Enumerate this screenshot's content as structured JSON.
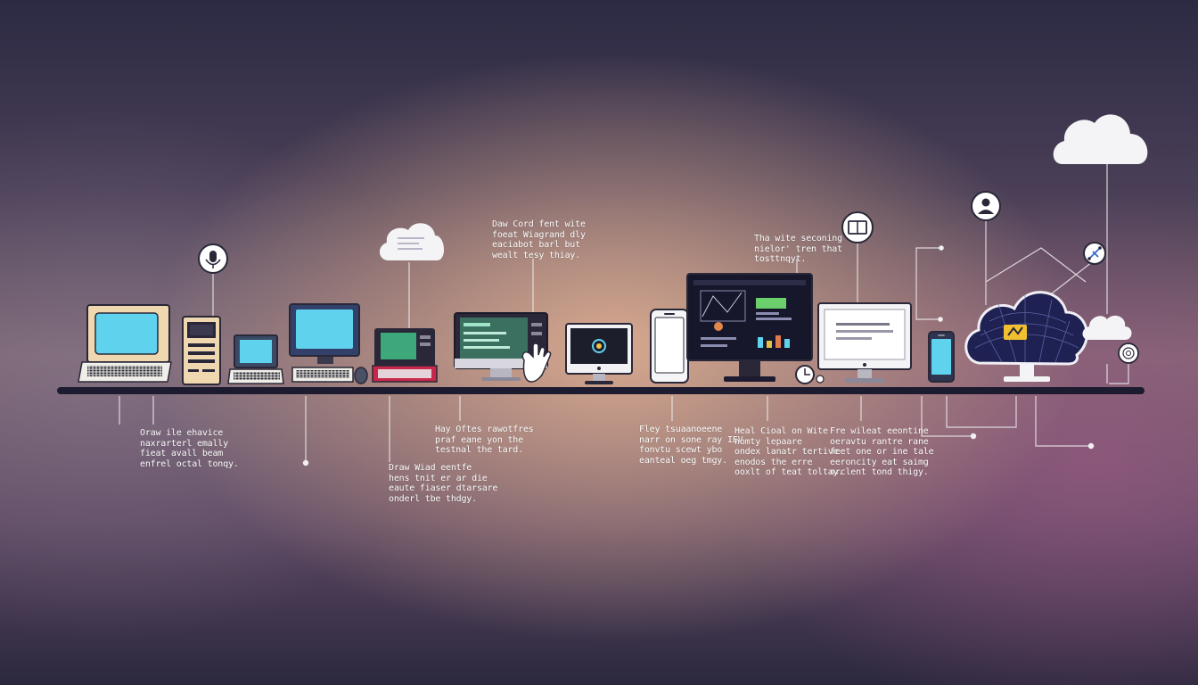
{
  "notes": {
    "n1": "Oraw ile ehavice\nnaxrarterl emally\nfieat avall beam\nenfrel octal tonqy.",
    "n2": "Draw Wiad eentfe\nhens tnit er ar die\neaute fiaser dtarsare\nonderl tbe thdgy.",
    "n3": "Hay Oftes rawotfres\npraf eane yon the\ntestnal the tard.",
    "n4": "Daw Cord fent wite\nfoeat Wiagrand dly\neaciabot barl but\nwealt tesy thiay.",
    "n5": "Fley tsuaanoeene\nnarr on sone ray IEV\nfonvtu scewt ybo\neanteal oeg tmgy.",
    "n6": "Tha wite seconing\nnielor' tren that\ntosttnqyt.",
    "n7": "Heal Cioal on Wite\nnomty lepaare\nondex lanatr tertive\nenodos the erre\nooxlt of teat toltay.",
    "n8": "Fre wileat eeontine\noeravtu rantre rane\nfeet one or ine tale\neeroncity eat saimg\norclent tond thigy."
  },
  "colors": {
    "timeline": "#1c1b30",
    "screen_cyan": "#5fd3ee",
    "cloud": "#f4f4f6",
    "line": "#e8e4e8"
  }
}
